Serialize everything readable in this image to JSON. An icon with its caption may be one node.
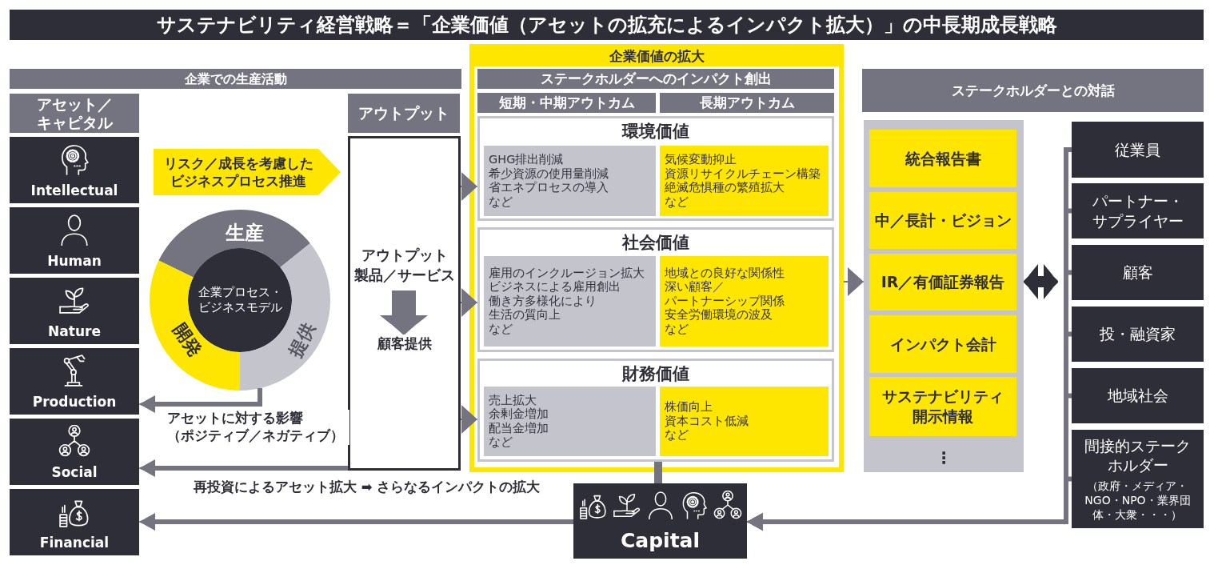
{
  "diagram": {
    "title": "サステナビリティ経営戦略＝「企業価値（アセットの拡充によるインパクト拡大）」の中長期成長戦略",
    "nodes": [
      {
        "text": [
          "企業での生産活動"
        ]
      },
      {
        "text": [
          "アセット／キャピタル"
        ]
      },
      {
        "text": [
          "Intellectual"
        ]
      },
      {
        "text": [
          "Human"
        ]
      },
      {
        "text": [
          "Nature"
        ]
      },
      {
        "text": [
          "Production"
        ]
      },
      {
        "text": [
          "Social"
        ]
      },
      {
        "text": [
          "Financial"
        ]
      },
      {
        "text": [
          "リスク／成長を考慮したビジネスプロセス推進"
        ]
      },
      {
        "text": [
          "生産"
        ]
      },
      {
        "text": [
          "企業プロセス・ビジネスモデル"
        ]
      },
      {
        "text": [
          "開発"
        ]
      },
      {
        "text": [
          "提供"
        ]
      },
      {
        "text": [
          "アウトプット"
        ]
      },
      {
        "text": [],
        "shape": "box"
      },
      {
        "text": [
          "アウトプット",
          "製品／サービス"
        ],
        "in": 14
      },
      {
        "text": [
          "顧客提供"
        ],
        "in": 14
      },
      {
        "text": [
          "企業価値の拡大"
        ]
      },
      {
        "text": [
          "ステークホルダーへのインパクト創出"
        ],
        "in": 17
      },
      {
        "text": [
          "短期・中期アウトカム"
        ],
        "in": 17
      },
      {
        "text": [
          "長期アウトカム"
        ],
        "in": 17
      },
      {
        "text": [
          "環境価値"
        ],
        "in": 17
      },
      {
        "text": [
          "GHG排出削減",
          "希少資源の使用量削減",
          "省エネプロセスの導入",
          "など"
        ],
        "in": 21
      },
      {
        "text": [
          "気候変動抑止",
          "資源リサイクルチェーン構築",
          "絶滅危惧種の繁殖拡大",
          "など"
        ],
        "in": 21
      },
      {
        "text": [
          "社会価値"
        ],
        "in": 17
      },
      {
        "text": [
          "雇用のインクルージョン拡大",
          "ビジネスによる雇用創出",
          "働き方多様化により生活の質向上",
          "など"
        ],
        "in": 24
      },
      {
        "text": [
          "地域との良好な関係性",
          "深い顧客／パートナーシップ関係",
          "安全労働環境の波及",
          "など"
        ],
        "in": 24
      },
      {
        "text": [
          "財務価値"
        ],
        "in": 17
      },
      {
        "text": [
          "売上拡大",
          "余剰金増加",
          "配当金増加",
          "など"
        ],
        "in": 27
      },
      {
        "text": [
          "株価向上",
          "資本コスト低減",
          "など"
        ],
        "in": 27
      },
      {
        "text": [
          "ステークホルダーとの対話"
        ]
      },
      {
        "text": [
          "⋮"
        ]
      },
      {
        "text": [
          "統合報告書"
        ],
        "in": 31
      },
      {
        "text": [
          "中／長計・ビジョン"
        ],
        "in": 31
      },
      {
        "text": [
          "IR／有価証券報告"
        ],
        "in": 31
      },
      {
        "text": [
          "インパクト会計"
        ],
        "in": 31
      },
      {
        "text": [
          "サステナビリティ開示情報"
        ],
        "in": 31
      },
      {
        "text": [
          "従業員"
        ]
      },
      {
        "text": [
          "パートナー・サプライヤー"
        ]
      },
      {
        "text": [
          "顧客"
        ]
      },
      {
        "text": [
          "投・融資家"
        ]
      },
      {
        "text": [
          "地域社会"
        ]
      },
      {
        "text": [
          "間接的ステークホルダー",
          "（政府・メディア・NGO・NPO・業界団体・大衆・・・）"
        ]
      },
      {
        "text": [
          "Capital"
        ]
      }
    ],
    "edges": [
      {
        "from": 12,
        "to": 5,
        "arrow": "to",
        "label": "アセットに対する影響（ポジティブ／ネガティブ）"
      },
      {
        "from": 15,
        "to": 16,
        "arrow": "to",
        "style": "thick"
      },
      {
        "from": 14,
        "to": 21,
        "arrow": "to"
      },
      {
        "from": 14,
        "to": 24,
        "arrow": "to"
      },
      {
        "from": 14,
        "to": 27,
        "arrow": "to"
      },
      {
        "from": 14,
        "to": 6,
        "arrow": "to",
        "label": "再投資によるアセット拡大 ➡ さらなるインパクトの拡大"
      },
      {
        "from": 17,
        "to": 31,
        "arrow": "to"
      },
      {
        "from": 31,
        "to": 38,
        "arrow": "both",
        "style": "thick",
        "color": "#2e2e38"
      },
      {
        "from": 37,
        "to": 43,
        "arrow": "to"
      },
      {
        "from": 38,
        "to": 43,
        "arrow": "to"
      },
      {
        "from": 39,
        "to": 43,
        "arrow": "to"
      },
      {
        "from": 40,
        "to": 43,
        "arrow": "to"
      },
      {
        "from": 41,
        "to": 43,
        "arrow": "to"
      },
      {
        "from": 42,
        "to": 43,
        "arrow": "to"
      },
      {
        "from": 27,
        "to": 43,
        "arrow": "none"
      },
      {
        "from": 43,
        "to": 7,
        "arrow": "to"
      }
    ]
  }
}
